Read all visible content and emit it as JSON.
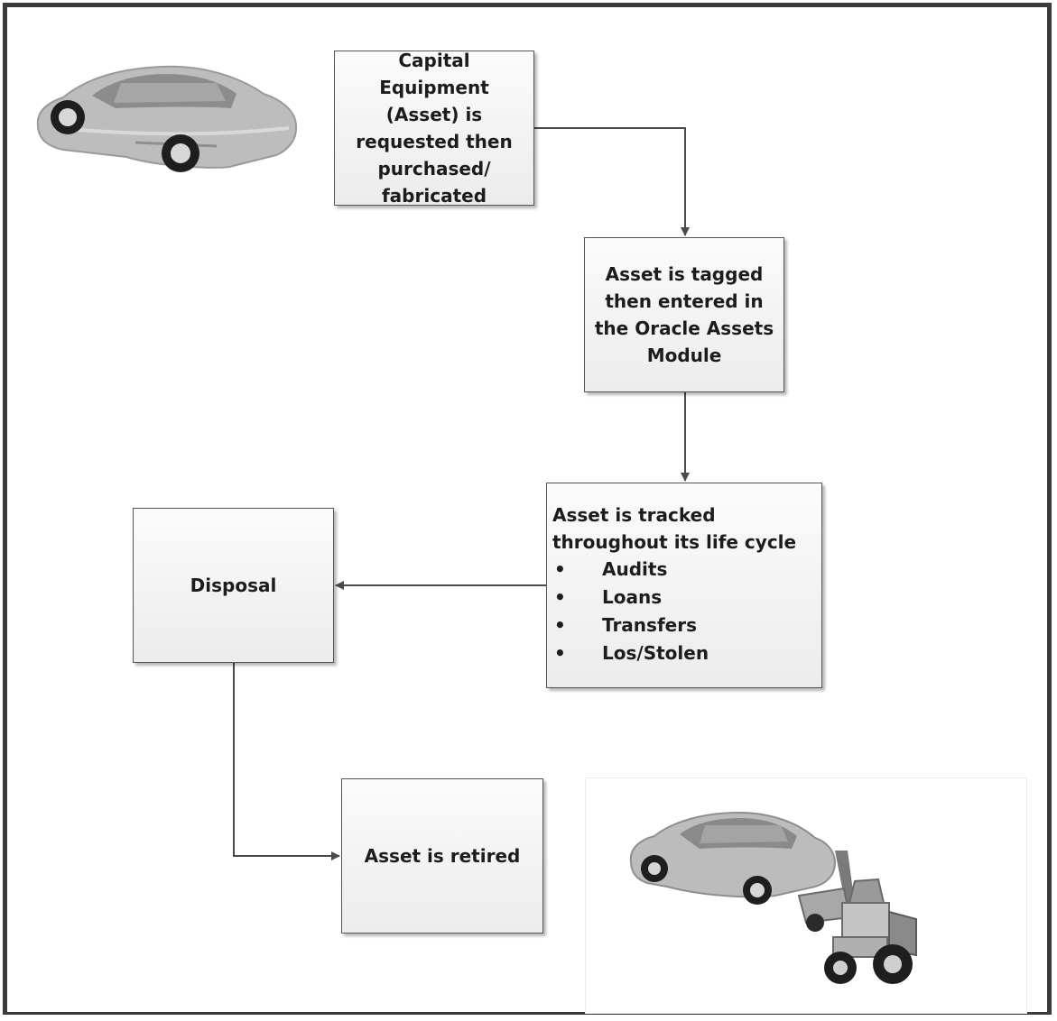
{
  "diagram": {
    "boxes": {
      "capital": "Capital Equipment (Asset) is requested then purchased/ fabricated",
      "tagged": "Asset is tagged then entered in the Oracle Assets Module",
      "tracked": {
        "description": "Asset is tracked throughout its life cycle",
        "items": [
          "Audits",
          "Loans",
          "Transfers",
          "Los/Stolen"
        ]
      },
      "disposal": "Disposal",
      "retired": "Asset is retired"
    },
    "images": {
      "top_left": "car-icon",
      "bottom_right": "car-and-tractor-icon"
    },
    "colors": {
      "border": "#3a3a3a",
      "box_fill": "#f4f4f4",
      "connector": "#4a4a4a"
    }
  }
}
